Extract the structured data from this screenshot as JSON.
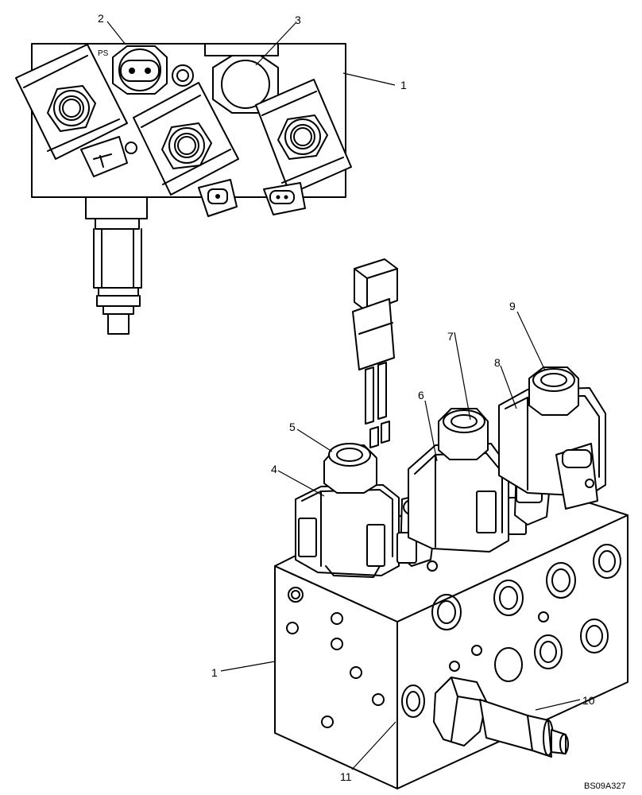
{
  "callouts": [
    "1",
    "2",
    "3",
    "4",
    "5",
    "6",
    "7",
    "8",
    "9",
    "10",
    "11"
  ],
  "top_view_marking": "PS",
  "drawing_code": "BS09A327"
}
